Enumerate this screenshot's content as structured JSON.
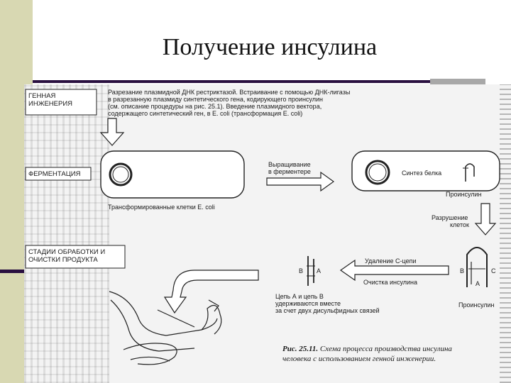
{
  "slide": {
    "title": "Получение инсулина"
  },
  "stages": {
    "genetic_engineering": "ГЕННАЯ ИНЖЕНЕРИЯ",
    "fermentation": "ФЕРМЕНТАЦИЯ",
    "processing": "СТАДИИ ОБРАБОТКИ И ОЧИСТКИ ПРОДУКТА"
  },
  "texts": {
    "cutting_line1": "Разрезание плазмидной ДНК рестриктазой. Встраивание с помощью ДНК-лигазы",
    "cutting_line2": "в разрезанную плазмиду синтетического гена, кодирующего проинсулин",
    "cutting_line3": "(см. описание процедуры на рис. 25.1). Введение плазмидного вектора,",
    "cutting_line4": "содержащего синтетический ген, в E. coli (трансформация E. coli)",
    "growing_line1": "Выращивание",
    "growing_line2": "в ферментере",
    "protein_synthesis": "Синтез белка",
    "proinsulin_top": "Проинсулин",
    "transformed_cells": "Трансформированные клетки E. coli",
    "destruction_line1": "Разрушение",
    "destruction_line2": "клеток",
    "c_chain_removal": "Удаление С-цепи",
    "insulin_purification": "Очистка инсулина",
    "chains_line1": "Цепь А и цепь В",
    "chains_line2": "удерживаются вместе",
    "chains_line3": "за счет двух дисульфидных связей",
    "proinsulin_bottom": "Проинсулин",
    "chain_b": "B",
    "chain_a": "A",
    "chain_b2": "B",
    "chain_c": "C",
    "chain_a2": "A"
  },
  "caption": {
    "label": "Рис. 25.11.",
    "line1": "Схема процесса производства инсулина",
    "line2": "человека с использованием генной инженерии."
  },
  "colors": {
    "title_rule": "#2a1040",
    "sidebar": "#d8d8b2",
    "scan_bg": "#f3f3f3",
    "ink": "#1a1a1a"
  }
}
